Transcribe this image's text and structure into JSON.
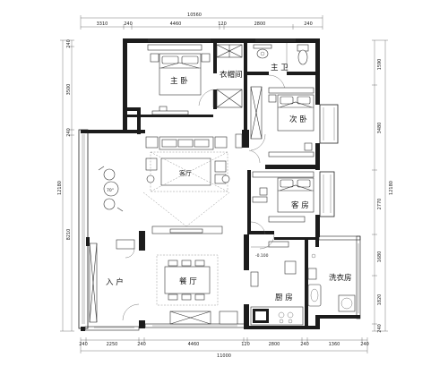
{
  "rooms": {
    "master_bedroom": "主 卧",
    "walk_in_closet": "衣帽间",
    "master_bath": "主 卫",
    "second_bedroom": "次 卧",
    "living_room": "客厅",
    "guest_room": "客 房",
    "entrance": "入 户",
    "dining_room": "餐 厅",
    "kitchen": "厨 房",
    "laundry": "洗衣房"
  },
  "annotations": {
    "kitchen_level": "-0.100",
    "tv_size": "70\""
  },
  "dimensions": {
    "top_total": "10560",
    "top": [
      "3310",
      "240",
      "4460",
      "120",
      "2800",
      "240"
    ],
    "bottom_total": "11000",
    "bottom": [
      "240",
      "2250",
      "240",
      "4460",
      "120",
      "2800",
      "240",
      "1360",
      "240"
    ],
    "left_total": "12180",
    "left": [
      "240",
      "3500",
      "240",
      "8210"
    ],
    "right_total": "12180",
    "right": [
      "1590",
      "3480",
      "2770",
      "1680",
      "1820",
      "240"
    ]
  }
}
